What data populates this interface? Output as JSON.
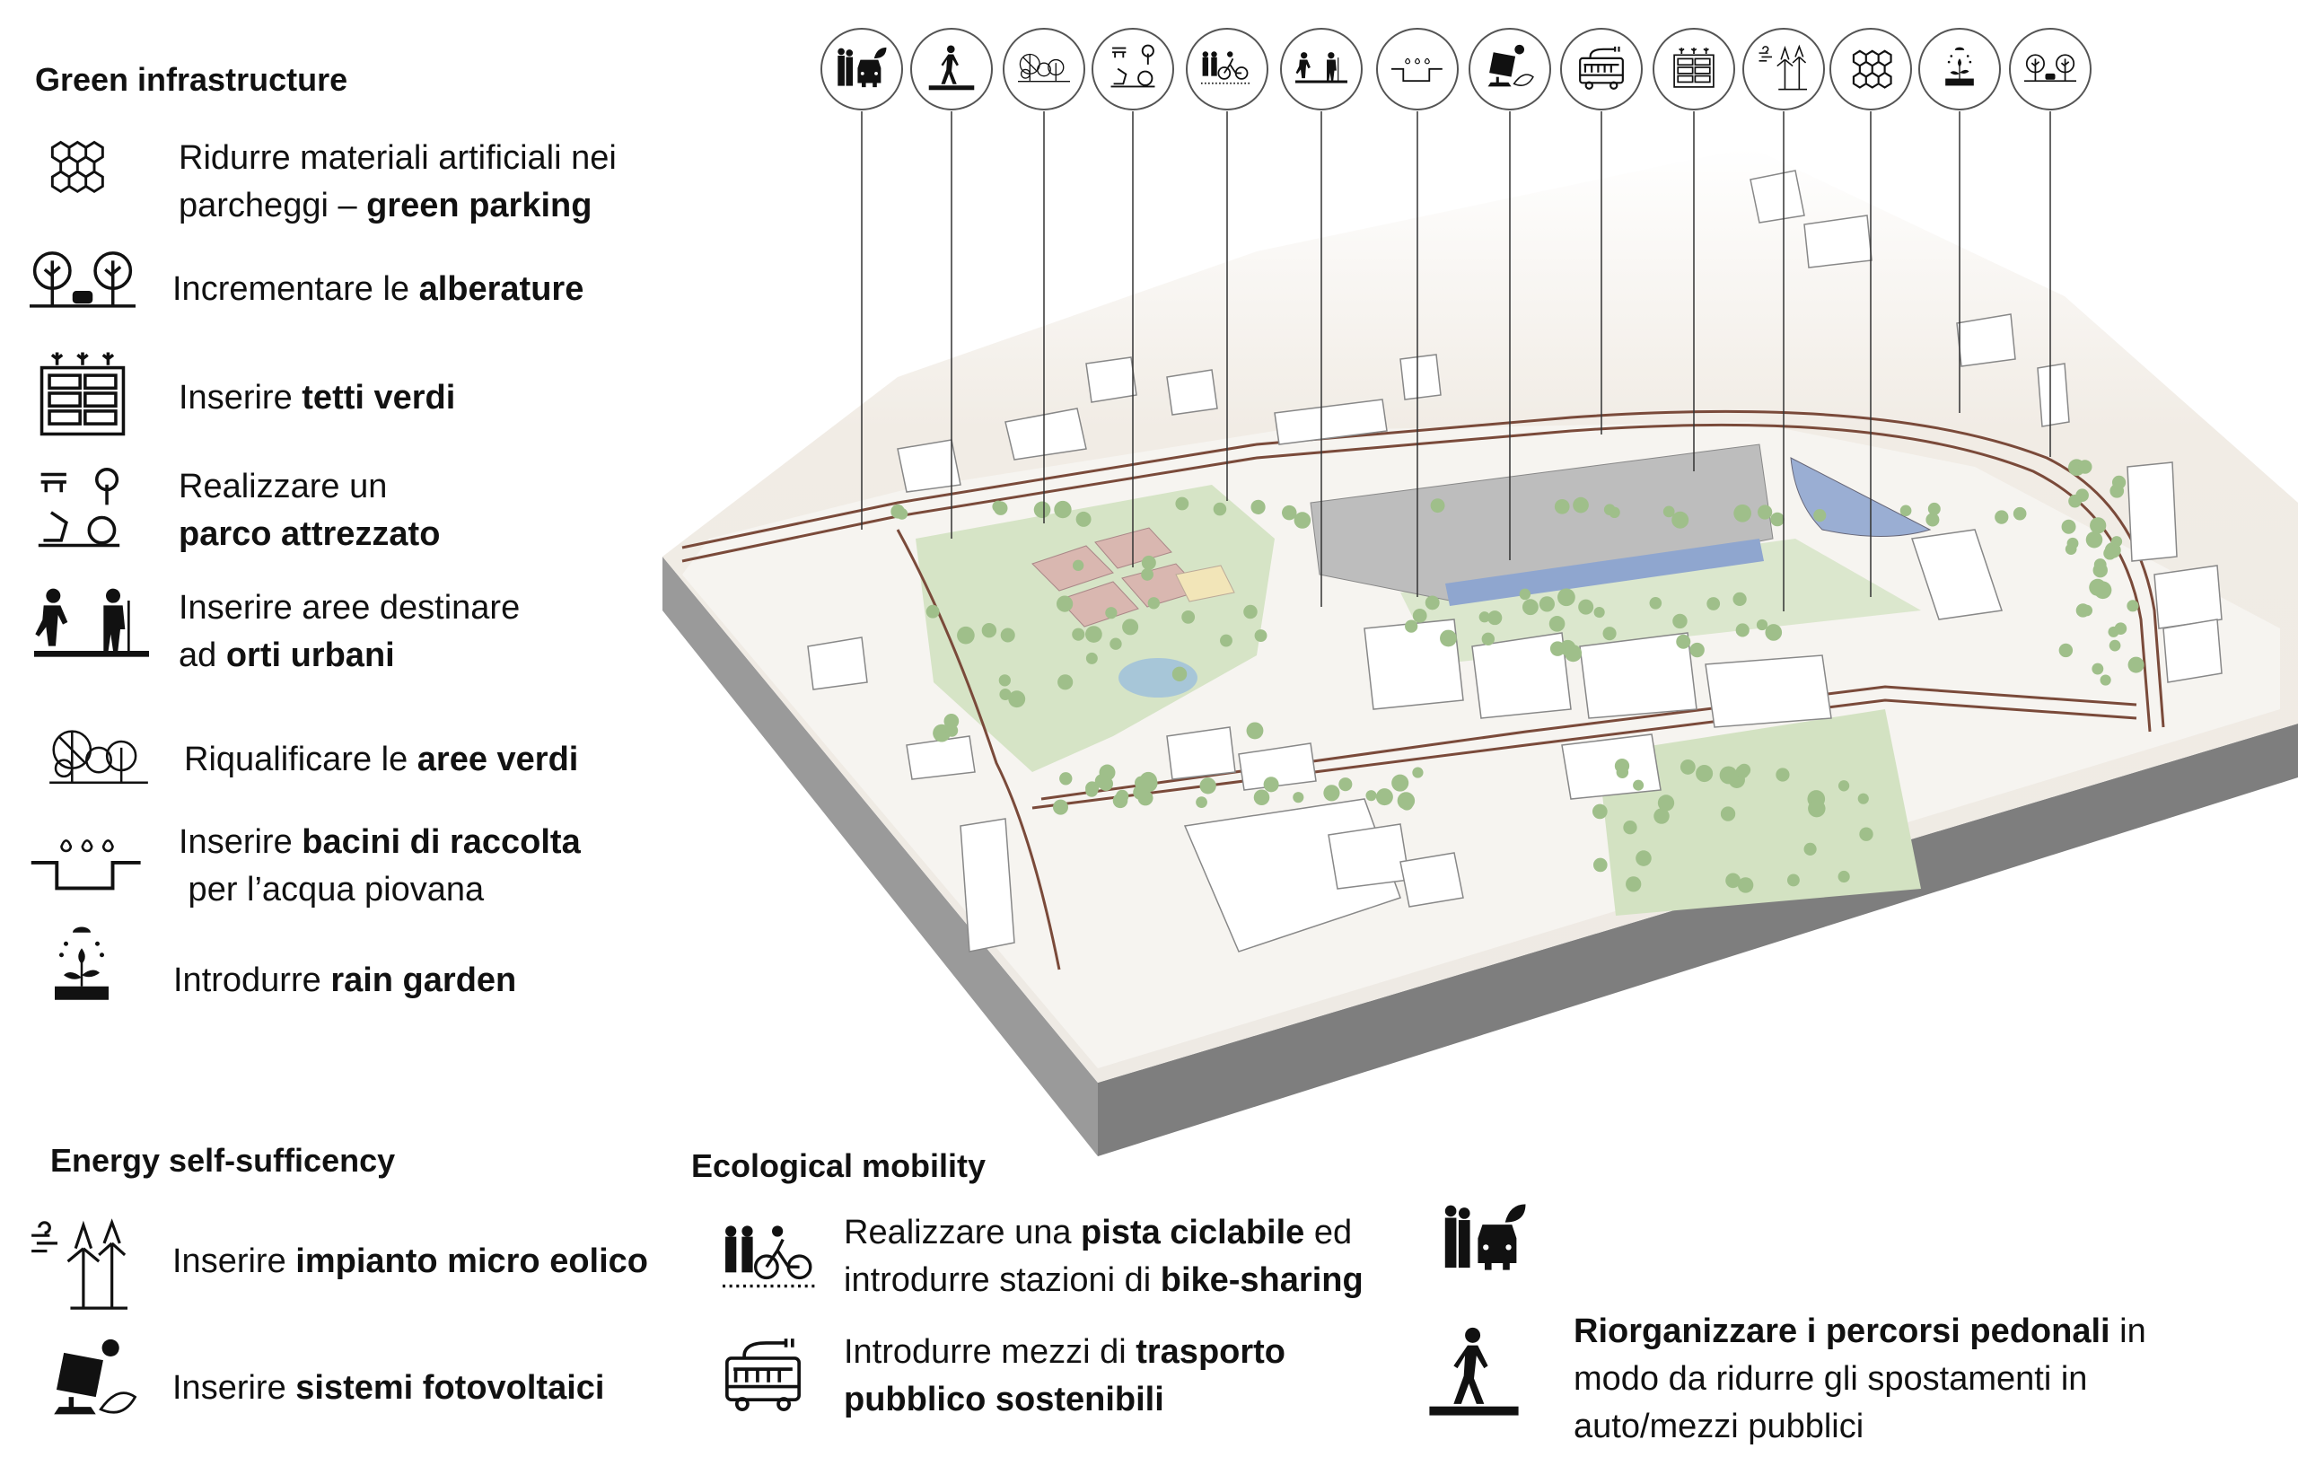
{
  "sections": {
    "green": {
      "title": "Green infrastructure",
      "items": [
        {
          "icon": "honeycomb-icon",
          "line1": "Ridurre materiali artificiali nei",
          "line2_pre": "parcheggi – ",
          "line2_bold": "green parking"
        },
        {
          "icon": "trees-car-icon",
          "pre": "Incrementare le ",
          "bold": "alberature"
        },
        {
          "icon": "green-roof-icon",
          "pre": "Inserire ",
          "bold": "tetti verdi"
        },
        {
          "icon": "equipped-park-icon",
          "line1": "Realizzare un",
          "line2_bold": "parco attrezzato"
        },
        {
          "icon": "urban-gardeners-icon",
          "line1": "Inserire aree destinare",
          "line2_pre": "ad ",
          "line2_bold": "orti urbani"
        },
        {
          "icon": "green-areas-icon",
          "pre": "Riqualificare le ",
          "bold": "aree verdi"
        },
        {
          "icon": "rain-basin-icon",
          "line1_pre": "Inserire ",
          "line1_bold": "bacini di raccolta",
          "line2": " per l’acqua piovana"
        },
        {
          "icon": "rain-garden-icon",
          "pre": "Introdurre ",
          "bold": "rain garden"
        }
      ]
    },
    "energy": {
      "title": "Energy self-sufficency",
      "items": [
        {
          "icon": "wind-turbine-icon",
          "pre": "Inserire ",
          "bold": "impianto micro eolico"
        },
        {
          "icon": "solar-panel-icon",
          "pre": "Inserire ",
          "bold": "sistemi fotovoltaici"
        }
      ]
    },
    "mobility": {
      "title": "Ecological mobility",
      "items": [
        {
          "icon": "bike-lane-icon",
          "line1_pre": "Realizzare una ",
          "line1_bold": "pista ciclabile",
          "line1_post": " ed",
          "line2_pre": "introdurre stazioni di ",
          "line2_bold": "bike-sharing"
        },
        {
          "icon": "electric-bus-icon",
          "line1_pre": "Introdurre mezzi di ",
          "line1_bold": "trasporto",
          "line2_bold": "pubblico sostenibili"
        },
        {
          "icon": "pedestrian-icon",
          "line1_bold": "Riorganizzare i percorsi pedonali",
          "line1_post": " in",
          "line2": "modo da ridurre gli spostamenti in",
          "line3": "auto/mezzi pubblici"
        }
      ],
      "extra_icon": "people-car-icon"
    }
  },
  "top_icons": [
    "people-car-icon",
    "pedestrian-icon",
    "green-areas-icon",
    "equipped-park-icon",
    "bike-lane-icon",
    "urban-gardeners-icon",
    "rain-basin-icon",
    "solar-panel-icon",
    "electric-bus-icon",
    "green-roof-icon",
    "wind-turbine-icon",
    "honeycomb-icon",
    "rain-garden-icon",
    "trees-car-icon"
  ],
  "colors": {
    "road": "#7a4a3a",
    "green": "#cfe0bf",
    "tree": "#8fb27a",
    "water": "#9fb6d6",
    "side": "#8e8e8e",
    "terrain": "#ebe5dc"
  }
}
